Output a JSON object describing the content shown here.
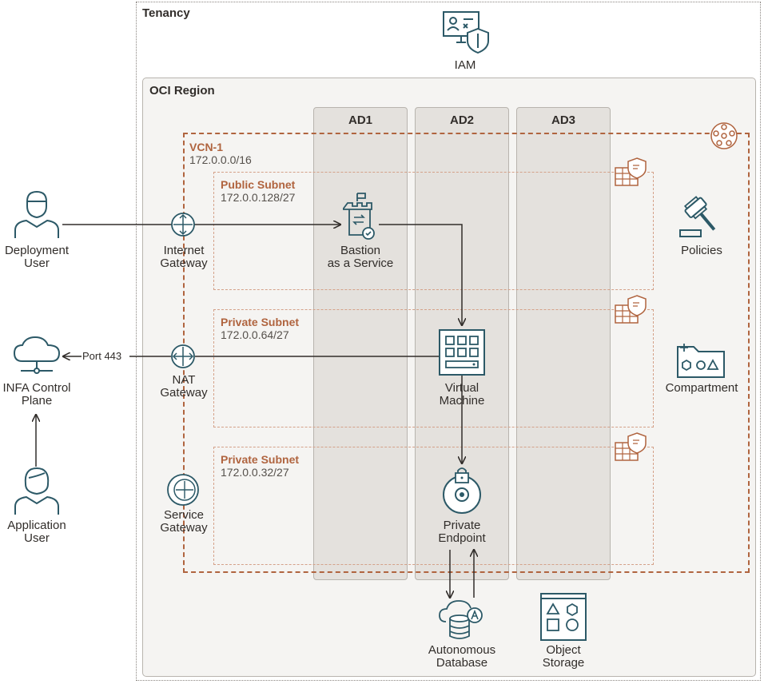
{
  "tenancy": {
    "label": "Tenancy"
  },
  "iam": {
    "label": "IAM"
  },
  "region": {
    "label": "OCI Region"
  },
  "ads": [
    {
      "label": "AD1"
    },
    {
      "label": "AD2"
    },
    {
      "label": "AD3"
    }
  ],
  "vcn": {
    "title": "VCN-1",
    "cidr": "172.0.0.0/16"
  },
  "subnets": [
    {
      "title": "Public Subnet",
      "cidr": "172.0.0.128/27"
    },
    {
      "title": "Private Subnet",
      "cidr": "172.0.0.64/27"
    },
    {
      "title": "Private Subnet",
      "cidr": "172.0.0.32/27"
    }
  ],
  "actors": {
    "deployment_user": {
      "line1": "Deployment",
      "line2": "User"
    },
    "infa": {
      "line1": "INFA Control",
      "line2": "Plane"
    },
    "application_user": {
      "line1": "Application",
      "line2": "User"
    }
  },
  "gateways": {
    "internet": {
      "line1": "Internet",
      "line2": "Gateway"
    },
    "nat": {
      "line1": "NAT",
      "line2": "Gateway"
    },
    "service": {
      "line1": "Service",
      "line2": "Gateway"
    }
  },
  "port_label": "Port 443",
  "bastion": {
    "line1": "Bastion",
    "line2": "as a Service"
  },
  "vm": {
    "line1": "Virtual",
    "line2": "Machine"
  },
  "private_endpoint": {
    "line1": "Private",
    "line2": "Endpoint"
  },
  "adb": {
    "line1": "Autonomous",
    "line2": "Database"
  },
  "object_storage": {
    "line1": "Object",
    "line2": "Storage"
  },
  "side": {
    "policies": "Policies",
    "compartment": "Compartment"
  },
  "colors": {
    "teal": "#2c5967",
    "orange": "#b0643f",
    "text": "#312d2a"
  }
}
